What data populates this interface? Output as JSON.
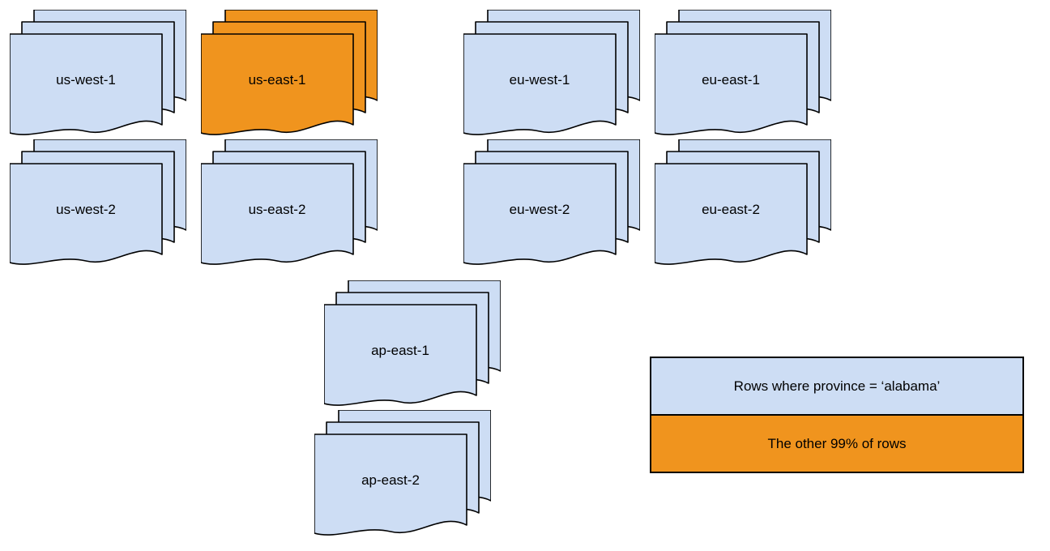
{
  "colors": {
    "region_default": "#cdddf4",
    "region_highlight": "#f0941e",
    "stroke": "#000000"
  },
  "regions": [
    {
      "label": "us-west-1",
      "highlighted": false
    },
    {
      "label": "us-east-1",
      "highlighted": true
    },
    {
      "label": "eu-west-1",
      "highlighted": false
    },
    {
      "label": "eu-east-1",
      "highlighted": false
    },
    {
      "label": "us-west-2",
      "highlighted": false
    },
    {
      "label": "us-east-2",
      "highlighted": false
    },
    {
      "label": "eu-west-2",
      "highlighted": false
    },
    {
      "label": "eu-east-2",
      "highlighted": false
    },
    {
      "label": "ap-east-1",
      "highlighted": false
    },
    {
      "label": "ap-east-2",
      "highlighted": false
    }
  ],
  "legend": {
    "items": [
      {
        "label": "Rows where province = ‘alabama’",
        "color_key": "region_default"
      },
      {
        "label": "The other 99% of rows",
        "color_key": "region_highlight"
      }
    ]
  }
}
